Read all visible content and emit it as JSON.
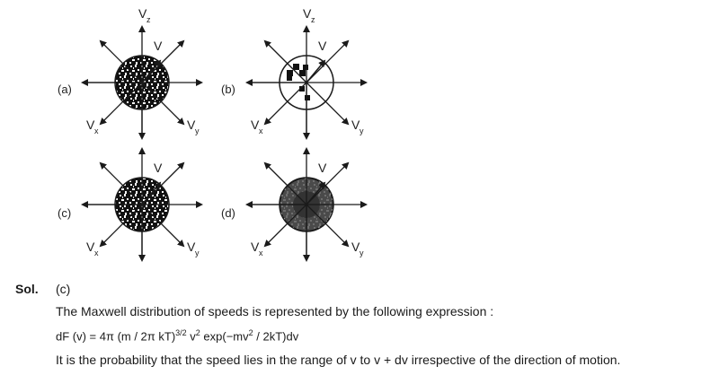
{
  "diagrams": [
    {
      "label": "(a)",
      "axis_top": "V",
      "axis_top_sub": "z",
      "vector_label": "V",
      "axis_left": "V",
      "axis_left_sub": "x",
      "axis_right": "V",
      "axis_right_sub": "y",
      "fill": "dense-speckle"
    },
    {
      "label": "(b)",
      "axis_top": "V",
      "axis_top_sub": "z",
      "vector_label": "V",
      "axis_left": "V",
      "axis_left_sub": "x",
      "axis_right": "V",
      "axis_right_sub": "y",
      "fill": "sparse-blocks"
    },
    {
      "label": "(c)",
      "axis_top": "",
      "axis_top_sub": "",
      "vector_label": "V",
      "axis_left": "V",
      "axis_left_sub": "x",
      "axis_right": "V",
      "axis_right_sub": "y",
      "fill": "dense-speckle"
    },
    {
      "label": "(d)",
      "axis_top": "",
      "axis_top_sub": "",
      "vector_label": "V",
      "axis_left": "V",
      "axis_left_sub": "x",
      "axis_right": "V",
      "axis_right_sub": "y",
      "fill": "gray-core"
    }
  ],
  "solution": {
    "heading": "Sol.",
    "answer": "(c)",
    "line1": "The Maxwell distribution of speeds is represented by the following expression :",
    "formula_a": "dF (v) = 4π (m / 2π kT)",
    "formula_exp1": "3/2",
    "formula_b": " v",
    "formula_exp2": "2",
    "formula_c": " exp(−mv",
    "formula_exp3": "2",
    "formula_d": " / 2kT)dv",
    "line3": "It is the probability that the speed lies in the range of v to v + dv irrespective of the direction of motion."
  },
  "colors": {
    "ink": "#1a1a1a",
    "gray": "#444444"
  }
}
